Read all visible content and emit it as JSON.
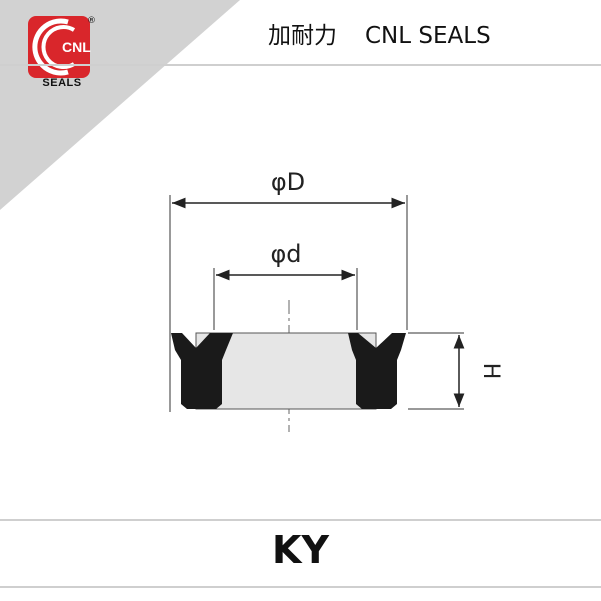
{
  "header": {
    "company_cn": "加耐力",
    "company_en": "CNL SEALS"
  },
  "logo": {
    "letters": "CNL",
    "caption": "SEALS",
    "registered": "®"
  },
  "diagram": {
    "outer_diameter_label": "φD",
    "inner_diameter_label": "φd",
    "height_label": "H"
  },
  "model": "KY",
  "colors": {
    "corner_triangle": "#d2d2d2",
    "logo_red": "#d9262b",
    "seal_black": "#1a1a1a",
    "seal_gap": "#e6e6e6"
  }
}
